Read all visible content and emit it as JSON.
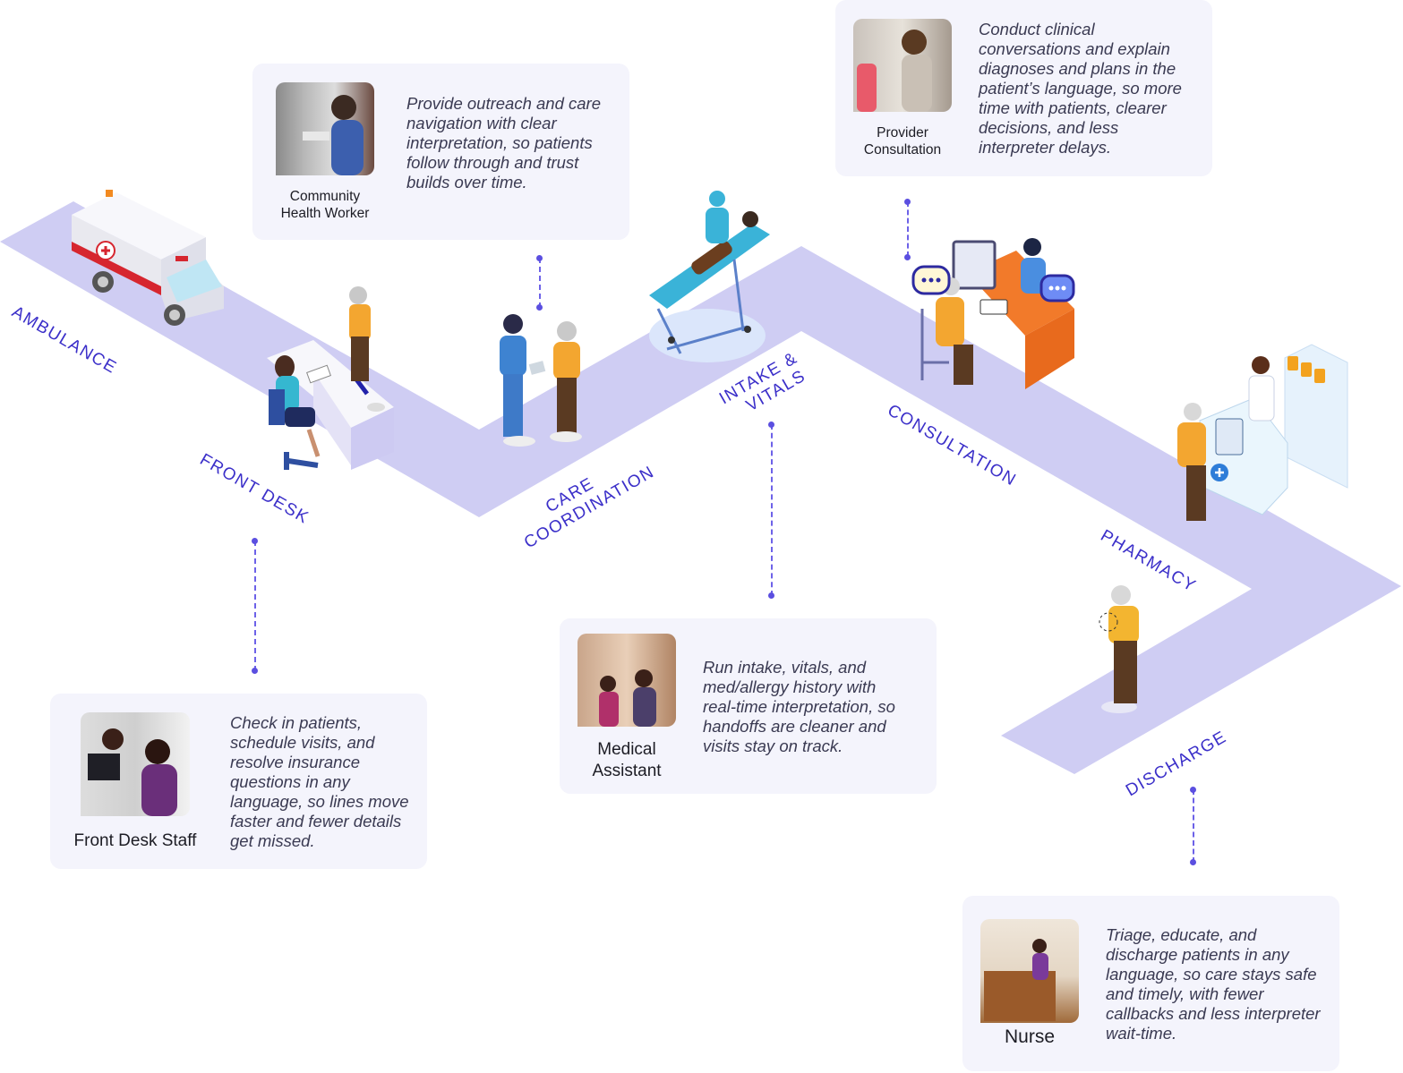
{
  "colors": {
    "path": "#cfcdf3",
    "label": "#3b2fc9",
    "card_bg": "#f4f4fc",
    "connector": "#6d62e8"
  },
  "stages": [
    {
      "id": "ambulance",
      "label": "AMBULANCE"
    },
    {
      "id": "front-desk",
      "label": "FRONT DESK"
    },
    {
      "id": "care-coordination",
      "label_line1": "CARE",
      "label_line2": "COORDINATION"
    },
    {
      "id": "intake-vitals",
      "label_line1": "INTAKE &",
      "label_line2": "VITALS"
    },
    {
      "id": "consultation",
      "label": "CONSULTATION"
    },
    {
      "id": "pharmacy",
      "label": "PHARMACY"
    },
    {
      "id": "discharge",
      "label": "DISCHARGE"
    }
  ],
  "cards": {
    "community": {
      "role_line1": "Community",
      "role_line2": "Health Worker",
      "description": "Provide outreach and care navigation with clear interpretation, so patients follow through and trust builds over time."
    },
    "provider": {
      "role_line1": "Provider",
      "role_line2": "Consultation",
      "description": "Conduct clinical conversations and explain diagnoses and plans in the patient’s language, so more time with patients, clearer decisions, and less interpreter delays."
    },
    "frontdesk": {
      "role": "Front Desk Staff",
      "description": "Check in patients, schedule visits, and resolve insurance questions in any language, so lines move faster and fewer details get missed."
    },
    "medical": {
      "role_line1": "Medical",
      "role_line2": "Assistant",
      "description": "Run intake, vitals, and med/allergy history with real-time interpretation, so handoffs are cleaner and visits stay on track."
    },
    "nurse": {
      "role": "Nurse",
      "description": "Triage, educate, and discharge patients in any language, so care stays safe and timely, with fewer callbacks and less interpreter wait-time."
    }
  }
}
